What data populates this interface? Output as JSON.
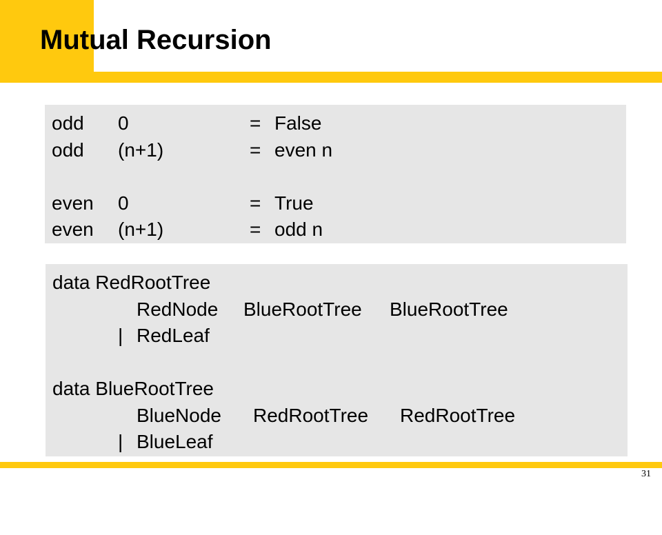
{
  "slide": {
    "title": "Mutual Recursion",
    "page_number": "31"
  },
  "parity": {
    "lines": [
      {
        "fn": "odd",
        "arg": "0",
        "eq": "=",
        "rhs": "False"
      },
      {
        "fn": "odd",
        "arg": "(n+1)",
        "eq": "=",
        "rhs": "even n"
      },
      {
        "fn": "even",
        "arg": "0",
        "eq": "=",
        "rhs": "True"
      },
      {
        "fn": "even",
        "arg": "(n+1)",
        "eq": "=",
        "rhs": "odd n"
      }
    ]
  },
  "data_decls": {
    "red": {
      "header": "data RedRootTree",
      "ctor": "RedNode",
      "field1": "BlueRootTree",
      "field2": "BlueRootTree",
      "bar": "|",
      "leaf": "RedLeaf"
    },
    "blue": {
      "header": "data BlueRootTree",
      "ctor": "BlueNode",
      "field1": "RedRootTree",
      "field2": "RedRootTree",
      "bar": "|",
      "leaf": "BlueLeaf"
    }
  },
  "colors": {
    "accent": "#ffc90e",
    "code_background": "#e6e6e6"
  }
}
